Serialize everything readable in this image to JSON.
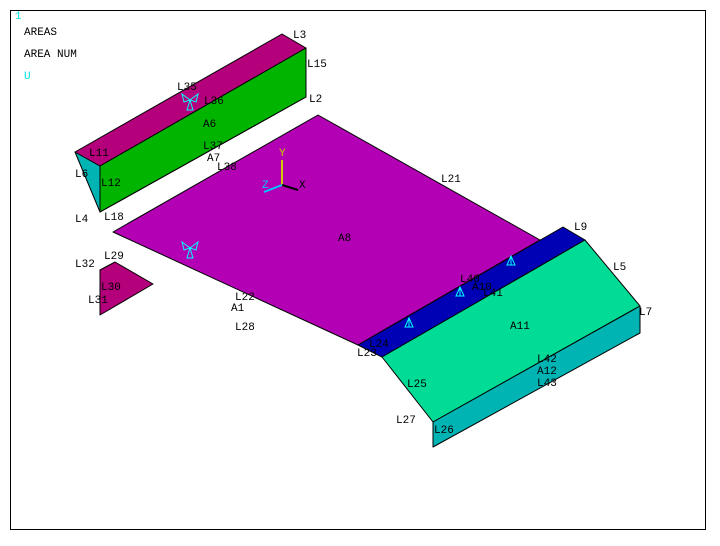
{
  "window_number": "1",
  "legend": {
    "line1": "AREAS",
    "line2": "AREA NUM",
    "line3": "U"
  },
  "colors": {
    "cyan_face": "#00b4b4",
    "magenta_face": "#b400b4",
    "dark_magenta": "#b4007a",
    "green": "#00b400",
    "orange": "#e6a000",
    "blue": "#0000b4",
    "mint": "#00dc96",
    "symbol": "#00ffff",
    "y_axis": "#cccc00"
  },
  "triad": {
    "x": "X",
    "y": "Y",
    "z": "Z"
  },
  "labels": [
    "L3",
    "L15",
    "L2",
    "L35",
    "L36",
    "A6",
    "L37",
    "A7",
    "L38",
    "L11",
    "L6",
    "L12",
    "L4",
    "L18",
    "L32",
    "L29",
    "L30",
    "L31",
    "L22",
    "A1",
    "L28",
    "A8",
    "L21",
    "L9",
    "L5",
    "L7",
    "L40",
    "A10",
    "L41",
    "A11",
    "L24",
    "L23",
    "L25",
    "L27",
    "L26",
    "L42",
    "A12",
    "L43"
  ]
}
